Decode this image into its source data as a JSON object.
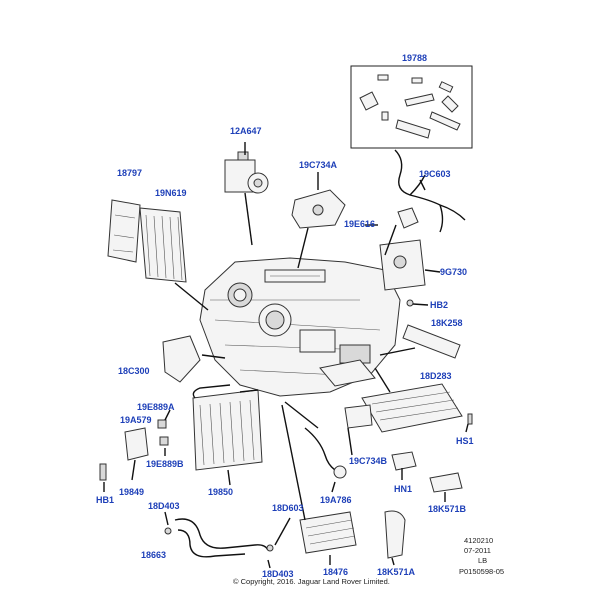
{
  "labels": {
    "l19788": "19788",
    "l12A647": "12A647",
    "l19C734A": "19C734A",
    "l19C603": "19C603",
    "l18797": "18797",
    "l19N619": "19N619",
    "l19E616": "19E616",
    "l9G730": "9G730",
    "lHB2_top": "HB2",
    "l18K258": "18K258",
    "l18C300": "18C300",
    "l18D283": "18D283",
    "l19E889A": "19E889A",
    "l19A579": "19A579",
    "lHS1": "HS1",
    "l19C734B": "19C734B",
    "l19E889B": "19E889B",
    "lHB1": "HB1",
    "l19849": "19849",
    "l19850": "19850",
    "lHN1": "HN1",
    "l19A786": "19A786",
    "l18K571B": "18K571B",
    "l18D403_top": "18D403",
    "l18D603": "18D603",
    "l18663": "18663",
    "l18D403_bot": "18D403",
    "l18476": "18476",
    "l18K571A": "18K571A"
  },
  "footer": {
    "code1": "4120210",
    "code2": "07-2011",
    "code3": "LB",
    "code4": "P0150598-05",
    "copyright": "© Copyright, 2016. Jaguar Land Rover Limited."
  }
}
